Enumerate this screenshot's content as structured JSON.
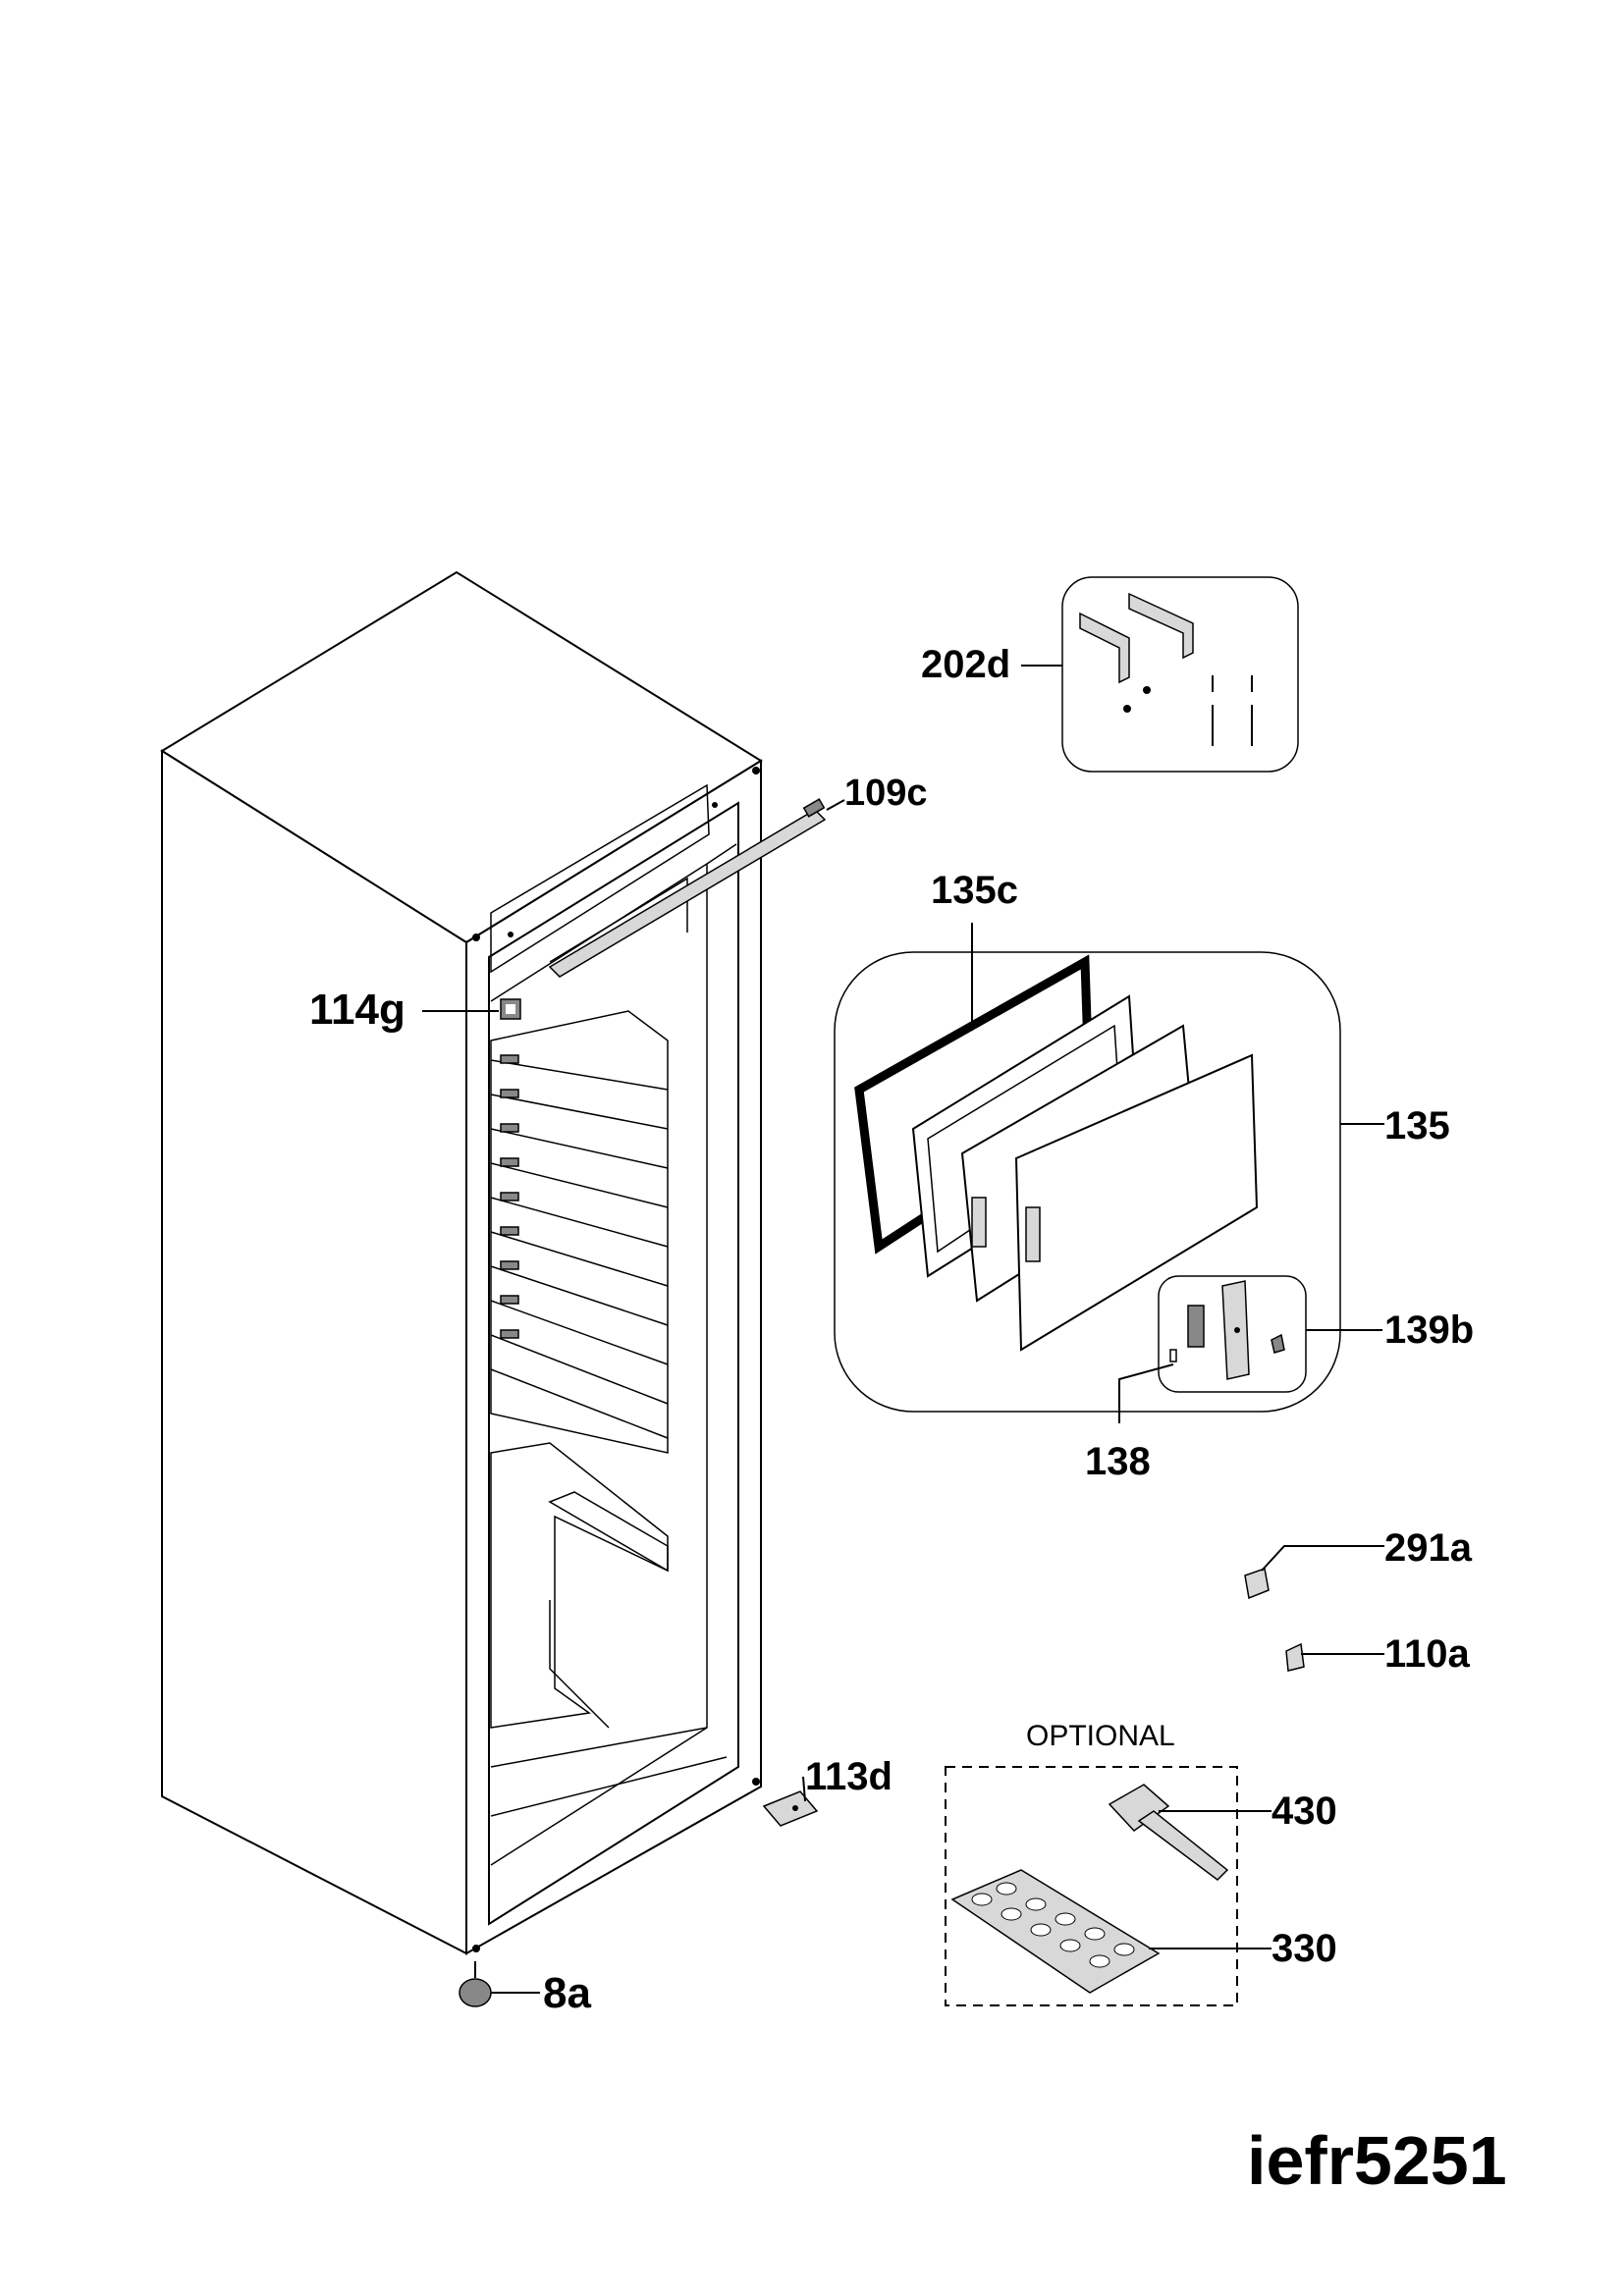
{
  "labels": {
    "l202d": "202d",
    "l109c": "109c",
    "l135c": "135c",
    "l114g": "114g",
    "l135": "135",
    "l139b": "139b",
    "l138": "138",
    "l291a": "291a",
    "l110a": "110a",
    "l113d": "113d",
    "l430": "430",
    "l330": "330",
    "l8a": "8a"
  },
  "optional_label": "OPTIONAL",
  "model_code": "iefr5251"
}
